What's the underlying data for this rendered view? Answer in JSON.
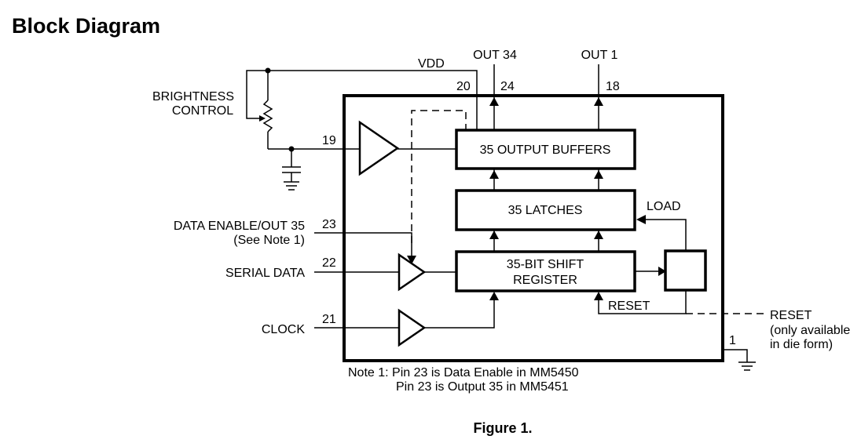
{
  "title": "Block Diagram",
  "figure_caption": "Figure 1.",
  "pins": {
    "vdd_label": "VDD",
    "out34_label": "OUT 34",
    "out1_label": "OUT 1",
    "pin20": "20",
    "pin24": "24",
    "pin18": "18",
    "pin19": "19",
    "pin23": "23",
    "pin22": "22",
    "pin21": "21",
    "pin1": "1"
  },
  "inputs": {
    "brightness_line1": "BRIGHTNESS",
    "brightness_line2": "CONTROL",
    "data_enable_line1": "DATA ENABLE/OUT 35",
    "data_enable_line2": "(See Note 1)",
    "serial_data": "SERIAL DATA",
    "clock": "CLOCK"
  },
  "blocks": {
    "output_buffers": "35 OUTPUT BUFFERS",
    "latches": "35 LATCHES",
    "shift_register_line1": "35-BIT SHIFT",
    "shift_register_line2": "REGISTER",
    "load": "LOAD",
    "reset_internal": "RESET"
  },
  "reset_external": {
    "line1": "RESET",
    "line2": "(only available",
    "line3": "in die form)"
  },
  "note": {
    "line1": "Note 1: Pin 23 is Data Enable in MM5450",
    "line2": "Pin 23 is Output 35 in MM5451"
  }
}
